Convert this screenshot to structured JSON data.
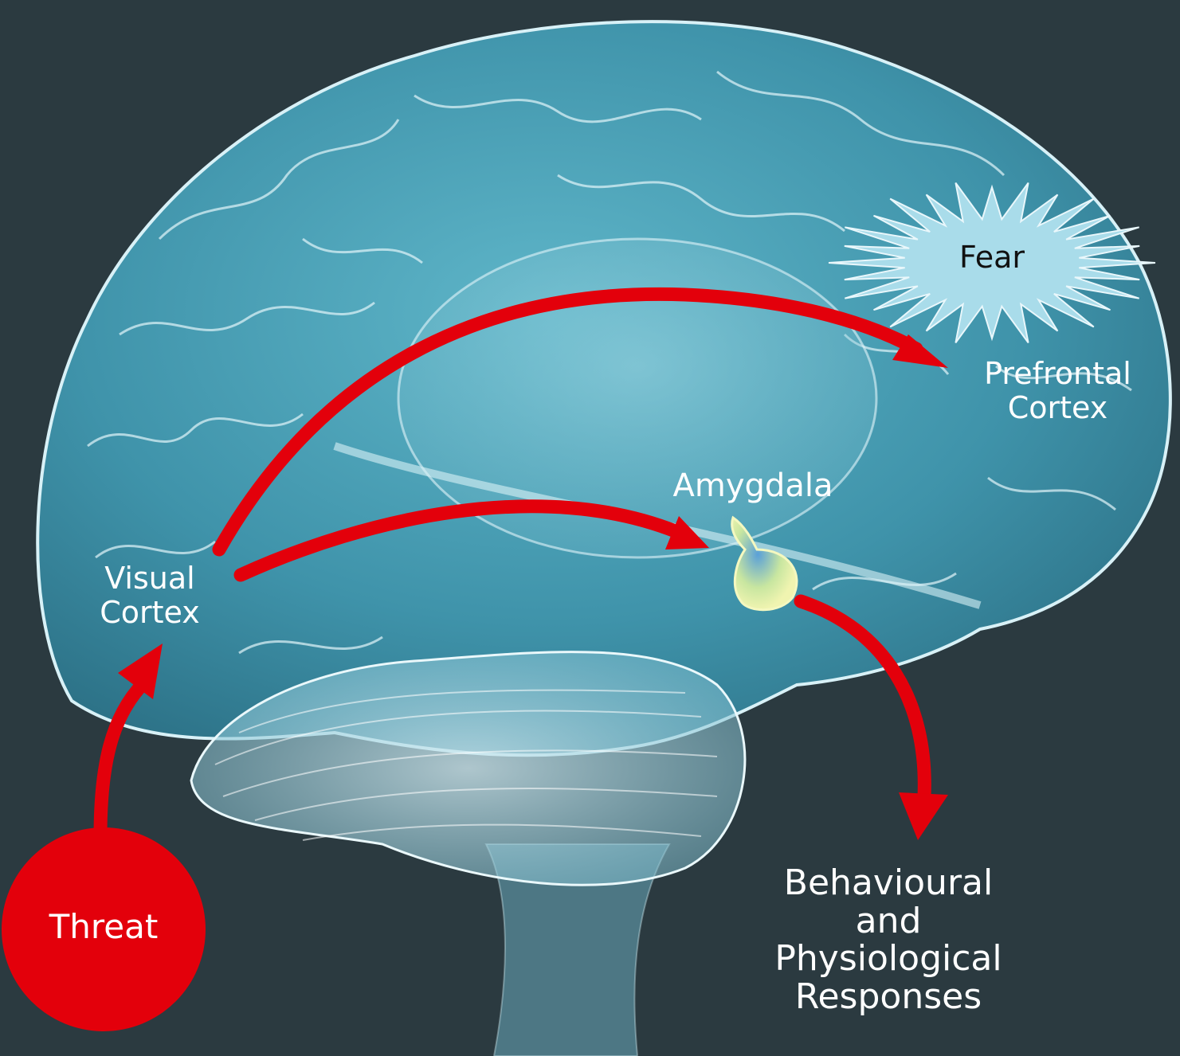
{
  "labels": {
    "fear": "Fear",
    "prefrontal_cortex": "Prefrontal\nCortex",
    "amygdala": "Amygdala",
    "visual_cortex": "Visual\nCortex",
    "threat": "Threat",
    "responses": "Behavioural\nand\nPhysiological\nResponses"
  },
  "colors": {
    "background": "#2b3a40",
    "arrow": "#e3000b",
    "threat_circle": "#e3000b",
    "brain": "#4a9fb4",
    "fear_burst": "#a9dcea",
    "amygdala": "#e8f0a8"
  }
}
